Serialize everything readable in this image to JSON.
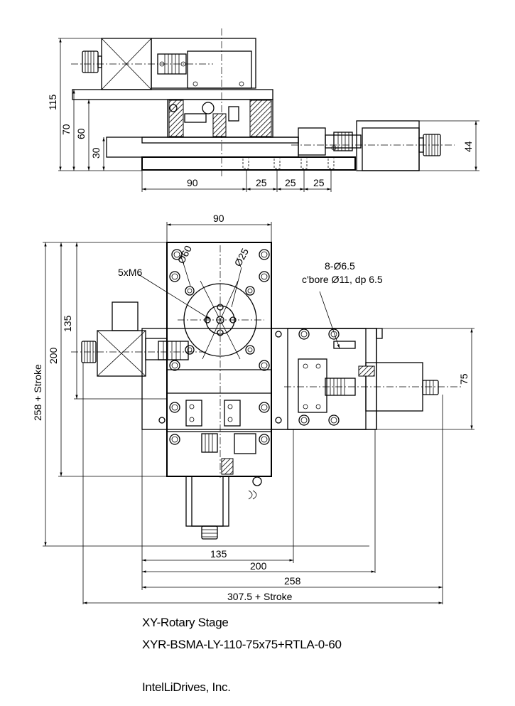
{
  "dimensions": {
    "side_height_115": "115",
    "side_height_70": "70",
    "side_height_60": "60",
    "side_height_30": "30",
    "side_width_90": "90",
    "side_pitch_25a": "25",
    "side_pitch_25b": "25",
    "side_pitch_25c": "25",
    "side_height_44": "44",
    "top_width_90": "90",
    "top_height_135": "135",
    "top_height_200": "200",
    "top_total_height": "258 + Stroke",
    "top_width_75": "75",
    "bottom_135": "135",
    "bottom_200": "200",
    "bottom_258": "258",
    "bottom_total": "307.5 + Stroke"
  },
  "callouts": {
    "phi60": "Ø60",
    "phi25": "Ø25",
    "threads": "5xM6",
    "holes": "8-Ø6.5",
    "counterbore": "c'bore Ø11, dp 6.5"
  },
  "title_block": {
    "product": "XY-Rotary Stage",
    "model": "XYR-BSMA-LY-110-75x75+RTLA-0-60",
    "company": "IntelLiDrives, Inc."
  }
}
